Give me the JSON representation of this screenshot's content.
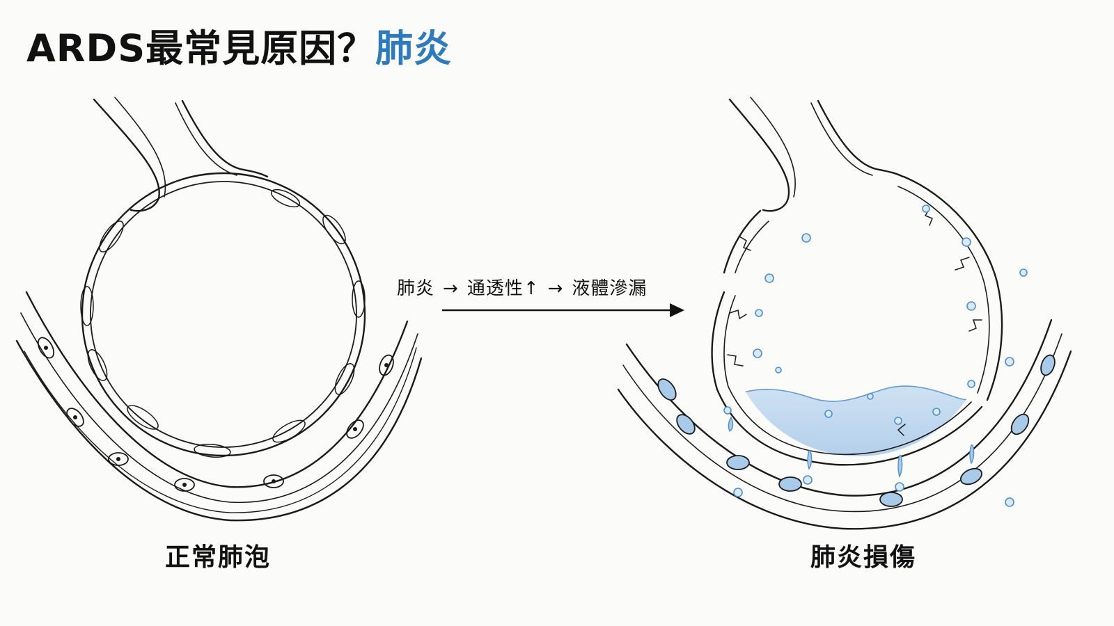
{
  "title": {
    "prefix": "ARDS最常見原因？",
    "highlight": "肺炎"
  },
  "process": {
    "step1": "肺炎",
    "arrow": "→",
    "step2": "通透性↑",
    "step3": "液體滲漏"
  },
  "panels": {
    "normal_label": "正常肺泡",
    "injured_label": "肺炎損傷"
  },
  "colors": {
    "accent": "#2c7bc0",
    "fluid": "#a9cbea",
    "line": "#1a1a1a"
  }
}
